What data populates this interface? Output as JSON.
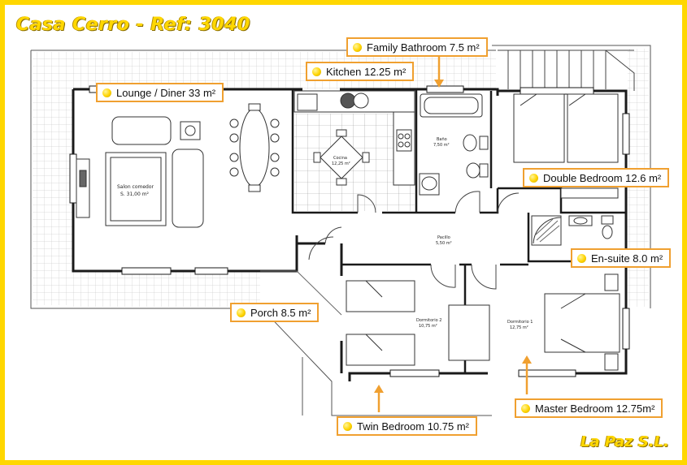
{
  "title": "Casa Cerro - Ref: 3040",
  "company": "La Paz S.L.",
  "rooms": [
    {
      "key": "lounge",
      "label": "Lounge / Diner 33 m²"
    },
    {
      "key": "kitchen",
      "label": "Kitchen  12.25 m²"
    },
    {
      "key": "family_bathroom",
      "label": "Family Bathroom  7.5 m²"
    },
    {
      "key": "double_bedroom",
      "label": "Double Bedroom  12.6 m²"
    },
    {
      "key": "ensuite",
      "label": "En-suite  8.0 m²"
    },
    {
      "key": "porch",
      "label": "Porch 8.5 m²"
    },
    {
      "key": "master_bedroom",
      "label": "Master Bedroom  12.75m²"
    },
    {
      "key": "twin_bedroom",
      "label": "Twin Bedroom 10.75 m²"
    }
  ],
  "plan_labels": {
    "salon_name": "Salon comedor",
    "salon_area": "S. 31,00 m²",
    "cocina_name": "Cocina",
    "cocina_area": "12,25 m²",
    "bano_name": "Baño",
    "bano_area": "7,50 m²",
    "patio_name": "Pacillo",
    "patio_area": "5,50 m²",
    "dorm2_name": "Dormitorio 2",
    "dorm2_area": "10,75 m²",
    "dorm1_name": "Dormitorio 1",
    "dorm1_area": "12,75 m²"
  },
  "colors": {
    "frame": "#ffd700",
    "label_border": "#f0a030",
    "arrow": "#f0a030",
    "wall": "#1a1a1a"
  }
}
